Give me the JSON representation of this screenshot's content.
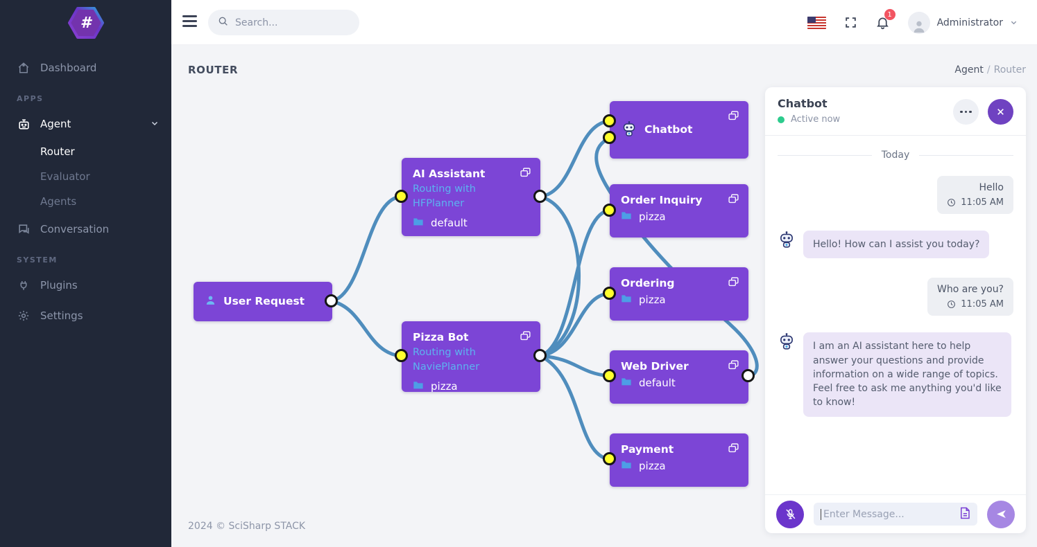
{
  "sidebar": {
    "logo_glyph": "#",
    "dashboard": "Dashboard",
    "section_apps": "APPS",
    "agent": "Agent",
    "agent_children": {
      "router": "Router",
      "evaluator": "Evaluator",
      "agents": "Agents"
    },
    "conversation": "Conversation",
    "section_system": "SYSTEM",
    "plugins": "Plugins",
    "settings": "Settings"
  },
  "header": {
    "search_placeholder": "Search...",
    "notification_count": "1",
    "user_name": "Administrator"
  },
  "page": {
    "title": "ROUTER",
    "breadcrumb_parent": "Agent",
    "breadcrumb_sep": "/",
    "breadcrumb_current": "Router"
  },
  "graph": {
    "nodes": [
      {
        "title": "User Request"
      },
      {
        "title": "AI Assistant",
        "subtitle": "Routing with HFPlanner",
        "folder": "default"
      },
      {
        "title": "Pizza Bot",
        "subtitle": "Routing with NaviePlanner",
        "folder": "pizza"
      },
      {
        "title": "Chatbot"
      },
      {
        "title": "Order Inquiry",
        "folder": "pizza"
      },
      {
        "title": "Ordering",
        "folder": "pizza"
      },
      {
        "title": "Web Driver",
        "folder": "default"
      },
      {
        "title": "Payment",
        "folder": "pizza"
      }
    ],
    "edges": [
      {
        "from": "User Request",
        "to": "AI Assistant"
      },
      {
        "from": "User Request",
        "to": "Pizza Bot"
      },
      {
        "from": "AI Assistant",
        "to": "Chatbot"
      },
      {
        "from": "AI Assistant",
        "to": "Pizza Bot"
      },
      {
        "from": "Pizza Bot",
        "to": "Order Inquiry"
      },
      {
        "from": "Pizza Bot",
        "to": "Ordering"
      },
      {
        "from": "Pizza Bot",
        "to": "Web Driver"
      },
      {
        "from": "Pizza Bot",
        "to": "Payment"
      },
      {
        "from": "Web Driver",
        "to": "Chatbot"
      }
    ]
  },
  "chat": {
    "title": "Chatbot",
    "status": "Active now",
    "date_label": "Today",
    "messages": [
      {
        "role": "user",
        "text": "Hello",
        "time": "11:05 AM"
      },
      {
        "role": "bot",
        "text": "Hello! How can I assist you today?"
      },
      {
        "role": "user",
        "text": "Who are you?",
        "time": "11:05 AM"
      },
      {
        "role": "bot",
        "text": "I am an AI assistant here to help answer your questions and provide information on a wide range of topics. Feel free to ask me anything you'd like to know!"
      }
    ],
    "input_placeholder": "Enter Message..."
  },
  "footer": {
    "copyright": "2024 © SciSharp STACK"
  },
  "colors": {
    "node_purple": "#7c45d6",
    "edge_blue": "#4f8dbd",
    "accent_purple": "#6f42c1",
    "status_green": "#2dcb8d",
    "badge_red": "#f25562",
    "port_yellow": "#ffff2e",
    "sidebar_dark": "#212838"
  }
}
